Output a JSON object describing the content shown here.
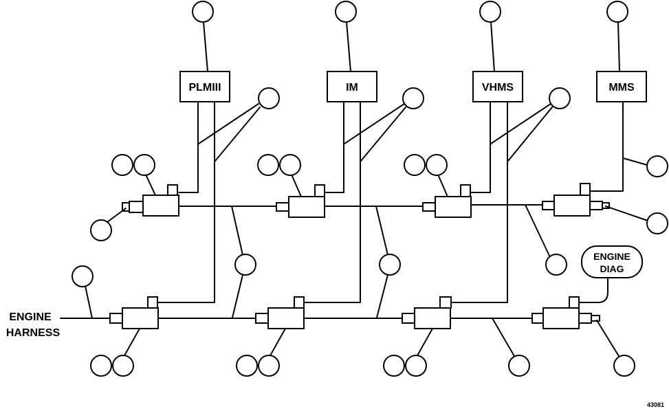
{
  "modules": {
    "plmiii": "PLMIII",
    "im": "IM",
    "vhms": "VHMS",
    "mms": "MMS"
  },
  "engine_harness": {
    "line1": "ENGINE",
    "line2": "HARNESS"
  },
  "engine_diag": {
    "line1": "ENGINE",
    "line2": "DIAG"
  },
  "figure_number": "43081"
}
